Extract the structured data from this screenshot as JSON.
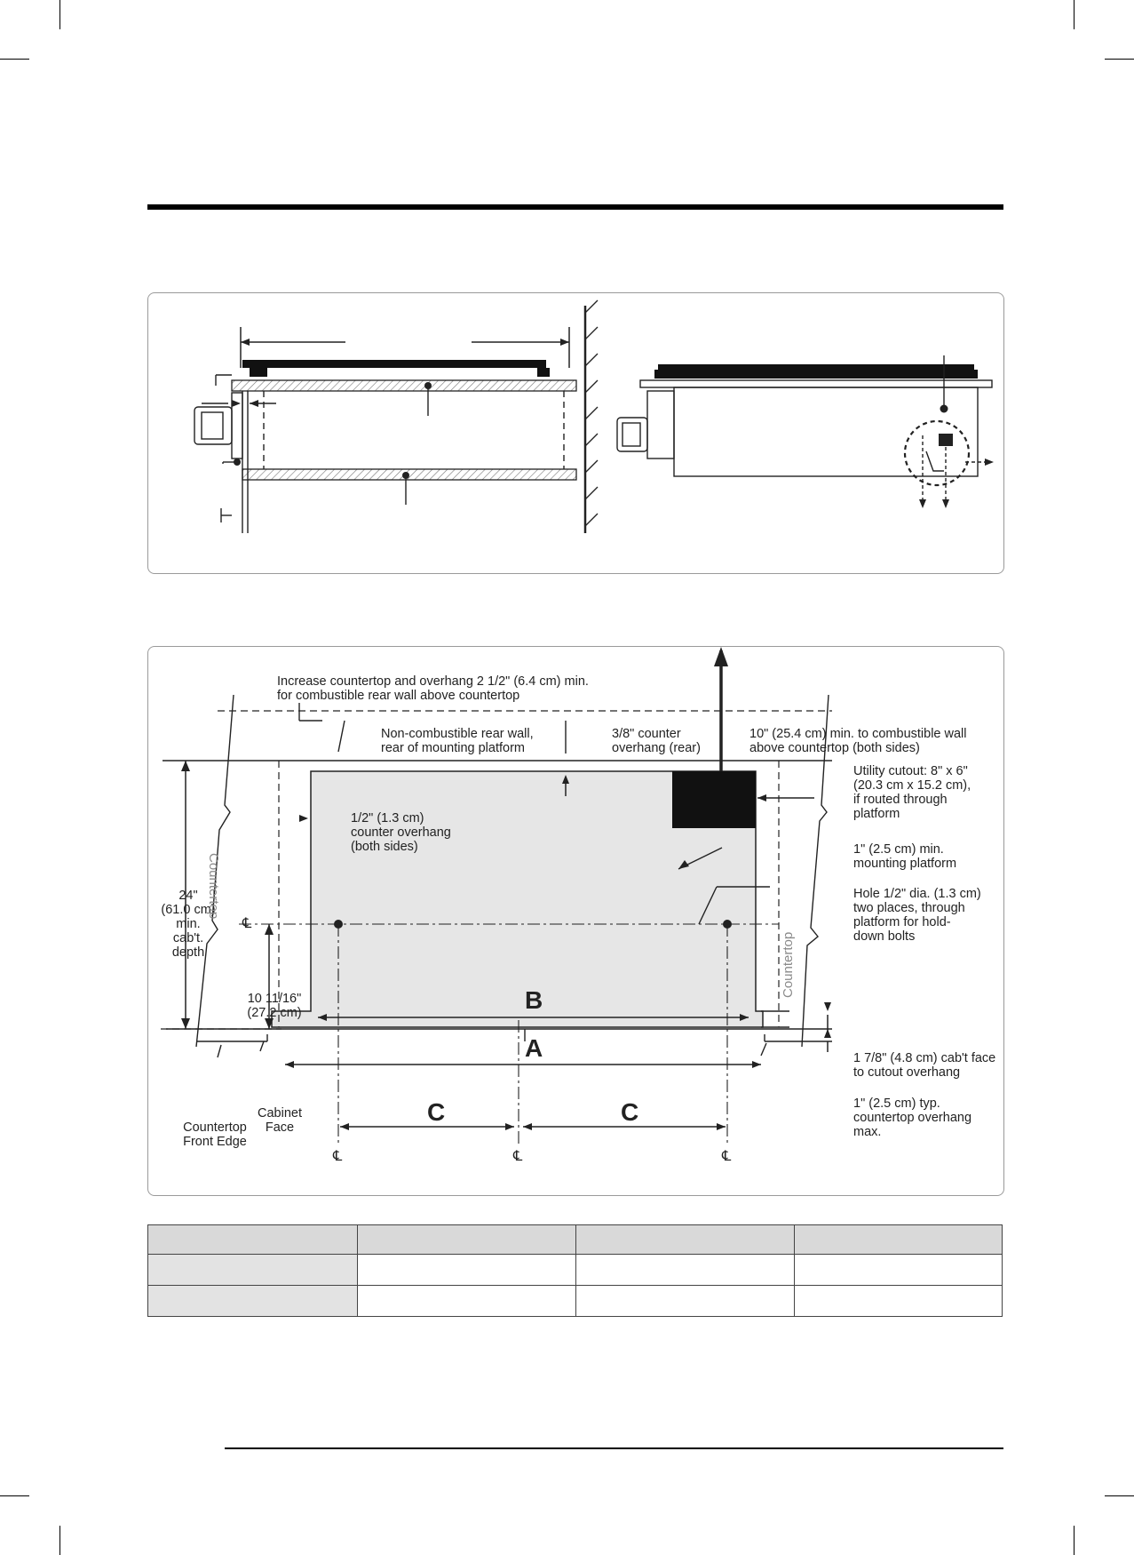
{
  "diagram": {
    "notes": {
      "increase_countertop": "Increase countertop and overhang 2 1/2\" (6.4 cm) min.\nfor combustible rear wall above countertop",
      "noncombustible_wall": "Non-combustible rear wall,\nrear of mounting platform",
      "counter_overhang_rear": "3/8\" counter\noverhang (rear)",
      "min_to_combustible_wall": "10\" (25.4 cm) min. to combustible wall\nabove countertop (both sides)",
      "utility_cutout": "Utility cutout: 8\" x 6\"\n(20.3 cm x 15.2 cm),\nif routed through\nplatform",
      "counter_overhang_sides": "1/2\" (1.3 cm)\ncounter overhang\n(both sides)",
      "mounting_platform": "1\" (2.5 cm) min.\nmounting platform",
      "hole": "Hole 1/2\" dia. (1.3 cm)\ntwo places, through\nplatform for hold-\ndown bolts",
      "cabinet_depth": "24\"\n(61.0 cm)\nmin. cab't.\ndepth",
      "centerline_offset": "10 11/16\"\n(27.2 cm)",
      "cabface_overhang": "1 7/8\" (4.8 cm) cab't face\nto cutout overhang",
      "countertop_overhang_max": "1\" (2.5 cm) typ.\ncountertop overhang\n max.",
      "countertop_front_edge": "Countertop\nFront Edge",
      "cabinet_face": "Cabinet\nFace",
      "countertop_left": "Countertop",
      "countertop_right": "Countertop",
      "dim_a": "A",
      "dim_b": "B",
      "dim_c_left": "C",
      "dim_c_right": "C"
    }
  },
  "table": {
    "rows": 3,
    "columns": 4
  }
}
